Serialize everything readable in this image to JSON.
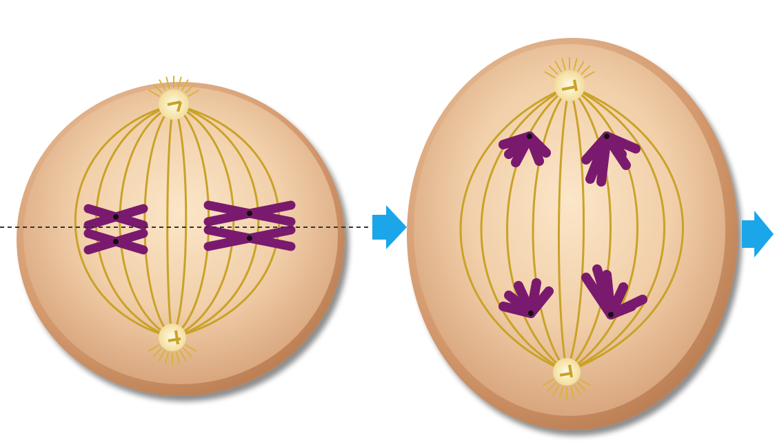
{
  "caption": {
    "partial_text": "",
    "color": "#ff0000"
  },
  "cells": [
    {
      "stage_shown": "metaphase",
      "chromosome_count": 4
    },
    {
      "stage_shown": "anaphase",
      "chromosome_groups": 4
    }
  ],
  "colors": {
    "cell_membrane": "#d9a37a",
    "cytoplasm": "#f2d2ae",
    "spindle_fiber": "#c9a227",
    "chromosome": "#7a1a6e",
    "centrosome": "#fff0b0",
    "arrow": "#1aa6e8",
    "equator_line": "#333333"
  },
  "icons": {
    "next_arrow": "right-arrow-icon"
  }
}
